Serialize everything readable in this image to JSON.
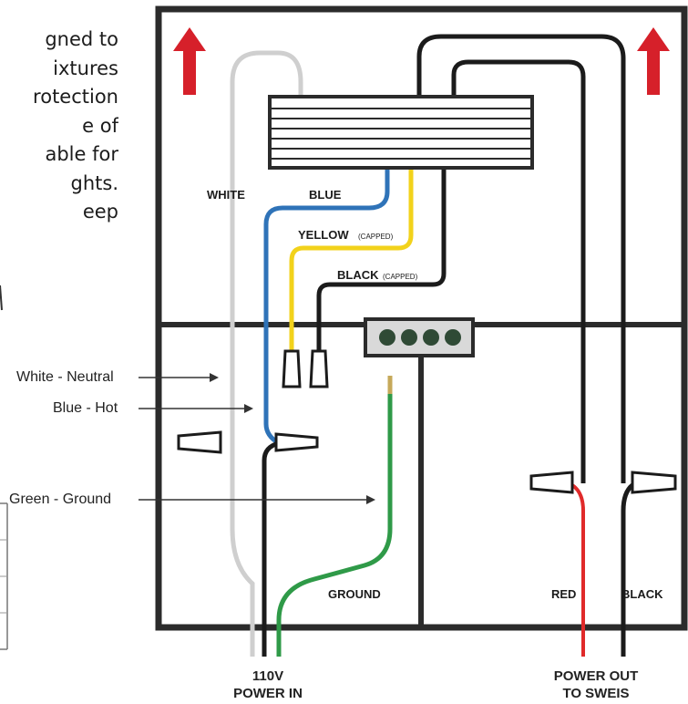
{
  "intro_fragment": [
    "gned to",
    "ixtures",
    "rotection",
    "e of",
    "able for",
    "ghts.",
    "eep"
  ],
  "wire_labels": {
    "white": "WHITE",
    "blue": "BLUE",
    "yellow": "YELLOW",
    "yellow_note": "(CAPPED)",
    "black": "BLACK",
    "black_note": "(CAPPED)",
    "ground": "GROUND",
    "red": "RED",
    "black_out": "BLACK"
  },
  "callouts": {
    "white_neutral": "White - Neutral",
    "blue_hot": "Blue - Hot",
    "green_ground": "Green - Ground"
  },
  "bottom_labels": {
    "power_in_line1": "110V",
    "power_in_line2": "POWER IN",
    "power_out_line1": "POWER OUT",
    "power_out_line2": "TO SWEIS"
  },
  "colors": {
    "white_wire": "#cfcfcf",
    "blue_wire": "#2f73b8",
    "yellow_wire": "#f2d21b",
    "black_wire": "#1b1b1b",
    "green_wire": "#2f9a48",
    "red_wire": "#e02a2a",
    "arrow": "#d6202a",
    "terminal_dot": "#2f4a35"
  }
}
